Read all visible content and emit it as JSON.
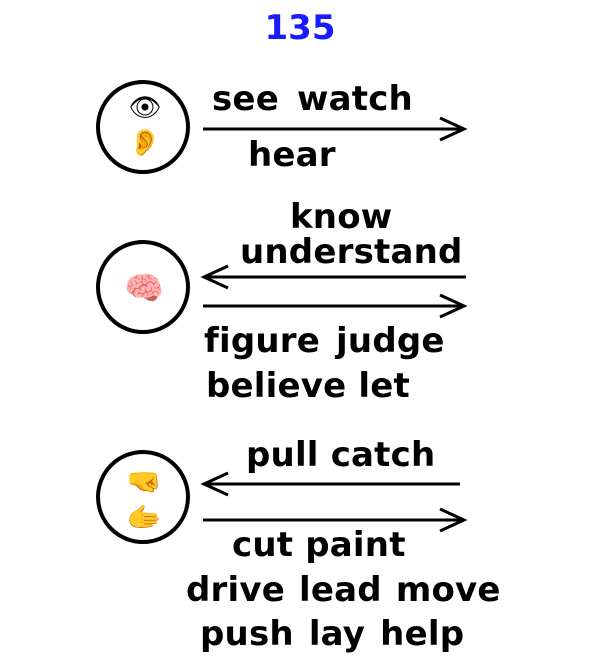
{
  "page_number": "135",
  "groups": [
    {
      "id": "perception",
      "icons": [
        "eye-icon",
        "ear-icon"
      ],
      "glyphs": [
        "👁",
        "👂"
      ],
      "above_right_arrow": [
        "see watch"
      ],
      "below_right_arrow": [
        "hear"
      ]
    },
    {
      "id": "cognition",
      "icons": [
        "brain-icon"
      ],
      "glyphs": [
        "🧠"
      ],
      "above_left_arrow": [
        "know",
        "understand"
      ],
      "below_right_arrow": [
        "figure judge",
        "believe let"
      ]
    },
    {
      "id": "action",
      "icons": [
        "fist-icon",
        "hand-icon"
      ],
      "glyphs": [
        "🤜",
        "🫱"
      ],
      "above_left_arrow": [
        "pull catch"
      ],
      "below_right_arrow": [
        "cut paint",
        "drive lead move",
        "push lay help"
      ]
    }
  ]
}
